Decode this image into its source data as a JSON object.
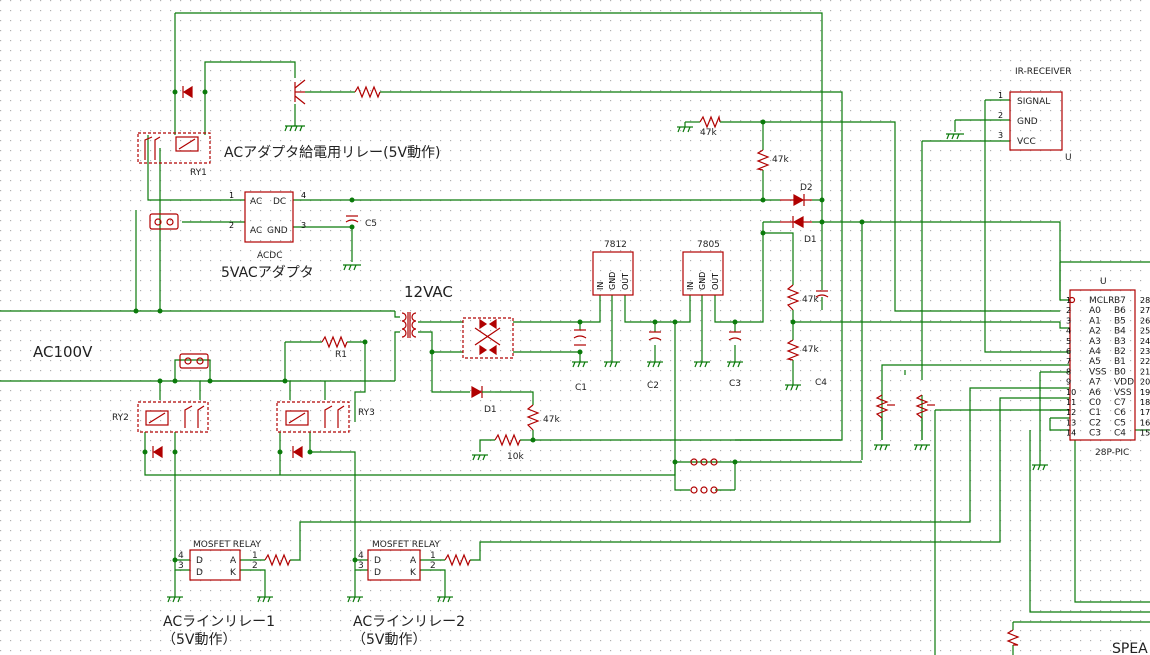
{
  "colors": {
    "wire": "#0b7a0b",
    "part": "#b00000",
    "text": "#222222",
    "grid": "#b0b0b0"
  },
  "labels": {
    "ac100v": "AC100V",
    "vac12": "12VAC",
    "adapter_title": "5VACアダプタ",
    "adapter_ref": "ACDC",
    "adapter_ac1": "AC",
    "adapter_ac2": "AC",
    "adapter_dc": "DC",
    "adapter_gnd": "GND",
    "relay_desc": "ACアダプタ給電用リレー(5V動作)",
    "ry1": "RY1",
    "ry2": "RY2",
    "ry3": "RY3",
    "r1": "R1",
    "c1": "C1",
    "c2": "C2",
    "c3": "C3",
    "c4": "C4",
    "c5": "C5",
    "d1": "D1",
    "d1b": "D1",
    "d2": "D2",
    "r47k_a": "47k",
    "r47k_b": "47k",
    "r47k_c": "47k",
    "r47k_d": "47k",
    "r47k_e": "47k",
    "r10k": "10k",
    "reg7812": "7812",
    "reg7805": "7805",
    "reg_in": "IN",
    "reg_gnd": "GND",
    "reg_out": "OUT",
    "mosfet1": "MOSFET RELAY",
    "mosfet2": "MOSFET RELAY",
    "acline1": "ACラインリレー1",
    "acline1_sub": "（5V動作）",
    "acline2": "ACラインリレー2",
    "acline2_sub": "（5V動作）",
    "ir_title": "IR-RECEIVER",
    "ir_signal": "SIGNAL",
    "ir_gnd": "GND",
    "ir_vcc": "VCC",
    "ir_u": "U",
    "pic_u": "U",
    "pic_name": "28P-PIC",
    "speaker": "SPEA"
  },
  "pic_left_pins": [
    {
      "num": "1",
      "name": "MCLR"
    },
    {
      "num": "2",
      "name": "A0"
    },
    {
      "num": "3",
      "name": "A1"
    },
    {
      "num": "4",
      "name": "A2"
    },
    {
      "num": "5",
      "name": "A3"
    },
    {
      "num": "6",
      "name": "A4"
    },
    {
      "num": "7",
      "name": "A5"
    },
    {
      "num": "8",
      "name": "VSS"
    },
    {
      "num": "9",
      "name": "A7"
    },
    {
      "num": "10",
      "name": "A6"
    },
    {
      "num": "11",
      "name": "C0"
    },
    {
      "num": "12",
      "name": "C1"
    },
    {
      "num": "13",
      "name": "C2"
    },
    {
      "num": "14",
      "name": "C3"
    }
  ],
  "pic_right_pins": [
    {
      "num": "28",
      "name": "B7"
    },
    {
      "num": "27",
      "name": "B6"
    },
    {
      "num": "26",
      "name": "B5"
    },
    {
      "num": "25",
      "name": "B4"
    },
    {
      "num": "24",
      "name": "B3"
    },
    {
      "num": "23",
      "name": "B2"
    },
    {
      "num": "22",
      "name": "B1"
    },
    {
      "num": "21",
      "name": "B0"
    },
    {
      "num": "20",
      "name": "VDD"
    },
    {
      "num": "19",
      "name": "VSS"
    },
    {
      "num": "18",
      "name": "C7"
    },
    {
      "num": "17",
      "name": "C6"
    },
    {
      "num": "16",
      "name": "C5"
    },
    {
      "num": "15",
      "name": "C4"
    }
  ],
  "mosfet_pins": {
    "d": "D",
    "a": "A",
    "k": "K",
    "p1": "1",
    "p2": "2",
    "p3": "3",
    "p4": "4"
  },
  "acdc_pins": {
    "p1": "1",
    "p2": "2",
    "p3": "3",
    "p4": "4"
  },
  "ir_pins": {
    "p1": "1",
    "p2": "2",
    "p3": "3"
  }
}
